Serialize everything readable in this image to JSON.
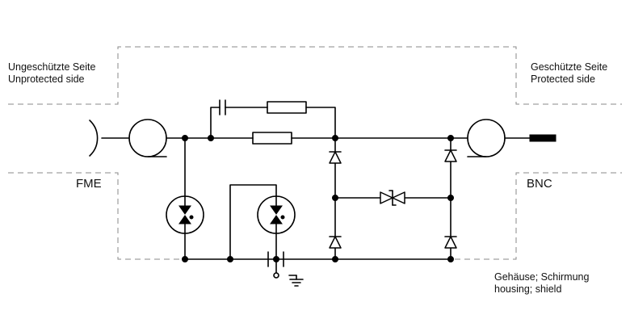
{
  "labels": {
    "unprotected_de": "Ungeschützte Seite",
    "unprotected_en": "Unprotected side",
    "protected_de": "Geschützte Seite",
    "protected_en": "Protected side",
    "fme": "FME",
    "bnc": "BNC",
    "housing_de": "Gehäuse; Schirmung",
    "housing_en": "housing; shield"
  },
  "colors": {
    "line": "#000000",
    "dashed": "#888888",
    "text": "#111111"
  }
}
